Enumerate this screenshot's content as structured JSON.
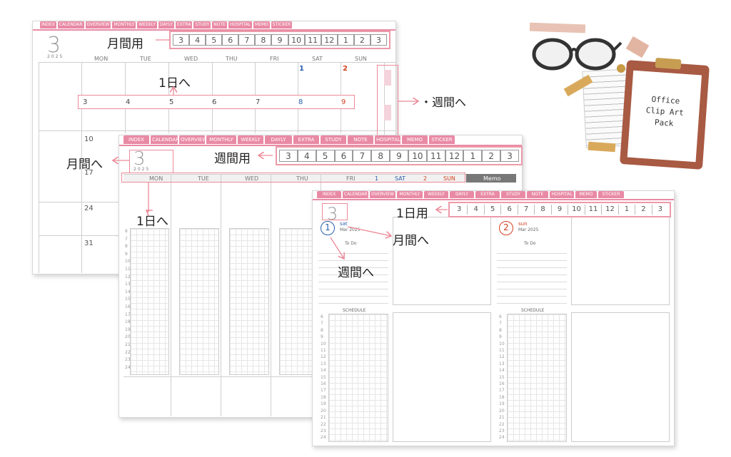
{
  "tabs": [
    "INDEX",
    "CALENDAR",
    "OVERVIEW",
    "MONTHLY",
    "WEEKLY",
    "DAYLY",
    "EXTRA",
    "STUDY",
    "NOTE",
    "HOSPITAL",
    "MEMO",
    "STICKER"
  ],
  "monthly": {
    "month": "3",
    "year": "2025",
    "nav_label": "月間用",
    "nav_months": [
      "3",
      "4",
      "5",
      "6",
      "7",
      "8",
      "9",
      "10",
      "11",
      "12",
      "1",
      "2",
      "3"
    ],
    "weekdays": [
      "MON",
      "TUE",
      "WED",
      "THU",
      "FRI",
      "SAT",
      "SUN"
    ],
    "sat_date": "1",
    "sun_date": "2",
    "row_dates": [
      "10",
      "17",
      "24",
      "31"
    ],
    "day_row": [
      "3",
      "4",
      "5",
      "6",
      "7",
      "8",
      "9"
    ]
  },
  "weekly": {
    "month": "3",
    "year": "2025",
    "nav_label": "週間用",
    "nav_months": [
      "3",
      "4",
      "5",
      "6",
      "7",
      "8",
      "9",
      "10",
      "11",
      "12",
      "1",
      "2",
      "3"
    ],
    "weekdays": [
      "MON",
      "TUE",
      "WED",
      "THU",
      "FRI"
    ],
    "sat_date": "1",
    "sat_label": "SAT",
    "sun_date": "2",
    "sun_label": "SUN",
    "memo": "Memo",
    "hours": [
      "6",
      "7",
      "8",
      "9",
      "10",
      "11",
      "12",
      "13",
      "14",
      "15",
      "16",
      "17",
      "18",
      "19",
      "20",
      "21",
      "22",
      "23",
      "24"
    ]
  },
  "daily": {
    "month": "3",
    "nav_label": "1日用",
    "nav_months": [
      "3",
      "4",
      "5",
      "6",
      "7",
      "8",
      "9",
      "10",
      "11",
      "12",
      "1",
      "2",
      "3"
    ],
    "day1": {
      "num": "1",
      "dow": "sat",
      "sub": "Mar 2025"
    },
    "day2": {
      "num": "2",
      "dow": "sun",
      "sub": "Mar 2025"
    },
    "todo": "To Do",
    "schedule": "SCHEDULE",
    "hours": [
      "6",
      "7",
      "8",
      "9",
      "10",
      "11",
      "12",
      "13",
      "14",
      "15",
      "16",
      "17",
      "18",
      "19",
      "20",
      "21",
      "22",
      "23",
      "24"
    ]
  },
  "annotations": {
    "to_day": "1日へ",
    "to_week": "・週間へ",
    "to_month": "月間へ",
    "to_day2": "1日へ",
    "to_month2": "月間へ",
    "to_week2": "週間へ"
  },
  "clipboard": {
    "line1": "Office",
    "line2": "Clip Art",
    "line3": "Pack"
  },
  "colors": {
    "tab": "#e98aa5",
    "annotation": "#ec8a98",
    "sat": "#2a5fa8",
    "sun": "#d2411f"
  }
}
